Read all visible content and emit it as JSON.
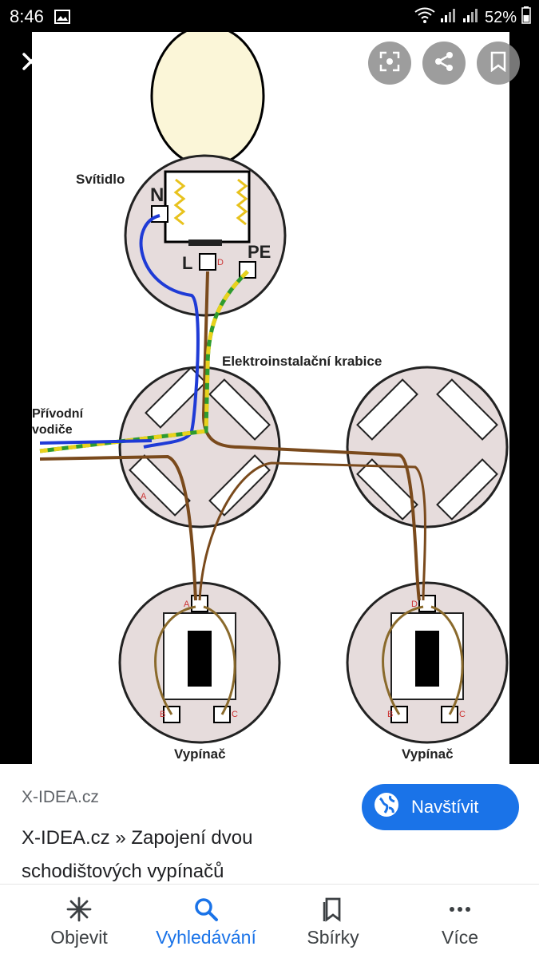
{
  "status_bar": {
    "time": "8:46",
    "battery": "52%"
  },
  "diagram": {
    "labels": {
      "fixture": "Svítidlo",
      "neutral": "N",
      "live": "L",
      "protective": "PE",
      "junction_box": "Elektroinstalační krabice",
      "supply_line1": "Přívodní",
      "supply_line2": "vodiče",
      "switch_left": "Vypínač",
      "switch_right": "Vypínač",
      "term_a_top": "A",
      "term_d_top": "D",
      "term_b": "B",
      "term_c": "C",
      "term_d_lamp": "D",
      "term_a_box": "A"
    },
    "colors": {
      "bulb": "#fbf6d8",
      "box_fill": "#e6dcdc",
      "wire_blue": "#1f3bd6",
      "wire_brown": "#7a4a1c",
      "wire_green": "#2e9b2e",
      "wire_yellow": "#e8d21c"
    }
  },
  "result": {
    "source": "X-IDEA.cz",
    "title": "X-IDEA.cz » Zapojení dvou schodištových vypínačů",
    "visit_label": "Navštívit"
  },
  "nav": {
    "items": [
      {
        "label": "Objevit",
        "icon": "asterisk-icon"
      },
      {
        "label": "Vyhledávání",
        "icon": "search-icon"
      },
      {
        "label": "Sbírky",
        "icon": "bookmark-icon"
      },
      {
        "label": "Více",
        "icon": "more-dots-icon"
      }
    ]
  },
  "accent_color": "#1a73e8"
}
